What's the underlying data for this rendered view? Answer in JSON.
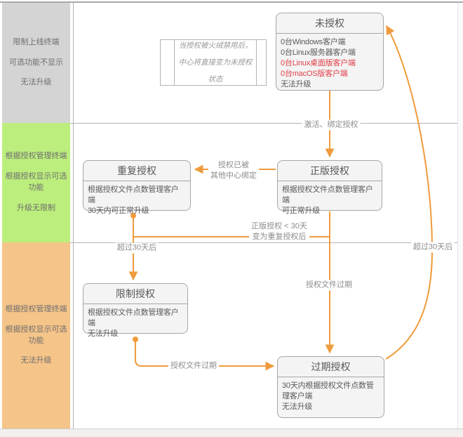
{
  "colors": {
    "accent": "#EF9B3C",
    "alert": "#E03E48",
    "band_gray": "#D4D4D4",
    "band_green": "#BCEE7D",
    "band_orange": "#F5C488"
  },
  "sidebar": {
    "lanes": [
      {
        "id": "gray",
        "lines": [
          "限制上线终端",
          "可选功能不显示",
          "无法升级"
        ]
      },
      {
        "id": "green",
        "lines": [
          "根据授权管理终端",
          "根据授权显示可选功能",
          "升级无限制"
        ]
      },
      {
        "id": "orange",
        "lines": [
          "根据授权管理终端",
          "根据授权显示可选功能",
          "无法升级"
        ]
      }
    ]
  },
  "note": {
    "text": "当授权被火绒禁用后，中心将直接变为未授权状态"
  },
  "nodes": {
    "unauthorized": {
      "title": "未授权",
      "lines": [
        "0台Windows客户端",
        "0台Linux服务器客户端",
        "0台Linux桌面版客户端",
        "0台macOS版客户端",
        "无法升级"
      ]
    },
    "genuine": {
      "title": "正版授权",
      "lines": [
        "根据授权文件点数管理客户端",
        "可正常升级"
      ]
    },
    "duplicate": {
      "title": "重复授权",
      "lines": [
        "根据授权文件点数管理客户端",
        "30天内可正常升级"
      ]
    },
    "restricted": {
      "title": "限制授权",
      "lines": [
        "根据授权文件点数管理客户端",
        "无法升级"
      ]
    },
    "expired": {
      "title": "过期授权",
      "lines": [
        "30天内根据授权文件点数管理客户端",
        "无法升级"
      ]
    }
  },
  "edges": {
    "activate": "激活、绑定授权",
    "bound_by_other": [
      "授权已被",
      "其他中心绑定"
    ],
    "lt_30_days": [
      "正版授权 < 30天",
      "变为重复授权后"
    ],
    "over_30_left": "超过30天后",
    "license_expired_mid": "授权文件过期",
    "license_expired_bottom": "授权文件过期",
    "over_30_right": "超过30天后"
  }
}
